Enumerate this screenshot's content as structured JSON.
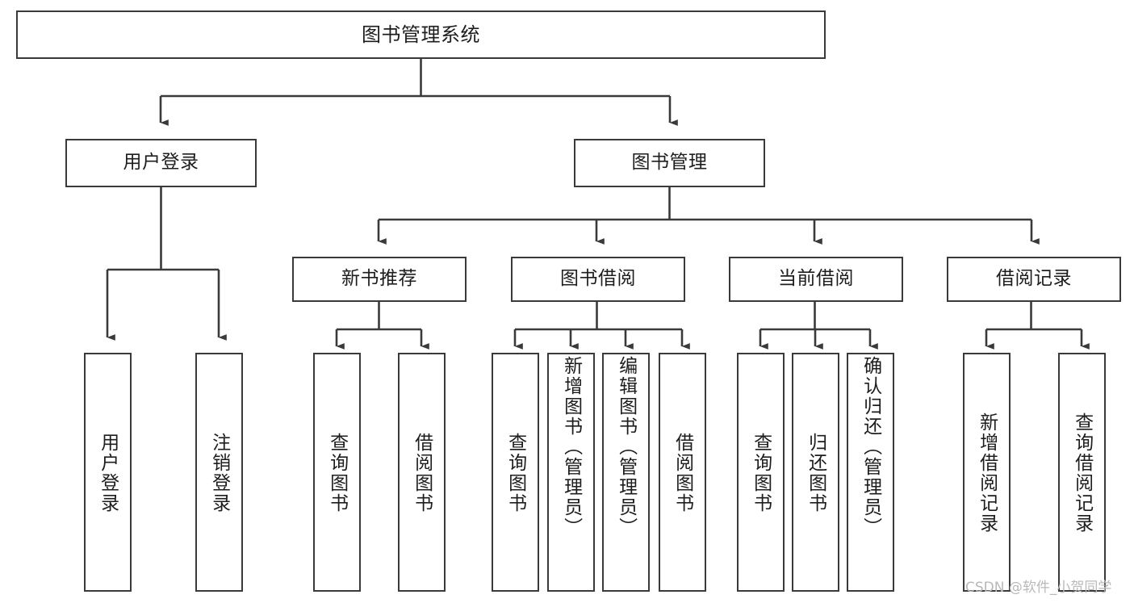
{
  "diagram": {
    "title": "图书管理系统",
    "watermark": "CSDN @软件_小贺同学",
    "levels": {
      "root": {
        "label": "图书管理系统"
      },
      "level2": [
        {
          "label": "用户登录"
        },
        {
          "label": "图书管理"
        }
      ],
      "level3": [
        {
          "label": "新书推荐"
        },
        {
          "label": "图书借阅"
        },
        {
          "label": "当前借阅"
        },
        {
          "label": "借阅记录"
        }
      ],
      "leaves": {
        "user_login": [
          {
            "label": "用户登录"
          },
          {
            "label": "注销登录"
          }
        ],
        "new_book_recommend": [
          {
            "label": "查询图书"
          },
          {
            "label": "借阅图书"
          }
        ],
        "book_borrow": [
          {
            "label": "查询图书"
          },
          {
            "label": "新增图书（管理员）"
          },
          {
            "label": "编辑图书（管理员）"
          },
          {
            "label": "借阅图书"
          }
        ],
        "current_borrow": [
          {
            "label": "查询图书"
          },
          {
            "label": "归还图书"
          },
          {
            "label": "确认归还（管理员）"
          }
        ],
        "borrow_record": [
          {
            "label": "新增借阅记录"
          },
          {
            "label": "查询借阅记录"
          }
        ]
      }
    },
    "colors": {
      "stroke": "#3a3a3a",
      "text": "#1d1d1d",
      "background": "#ffffff",
      "watermark": "#b9b9b9"
    }
  }
}
